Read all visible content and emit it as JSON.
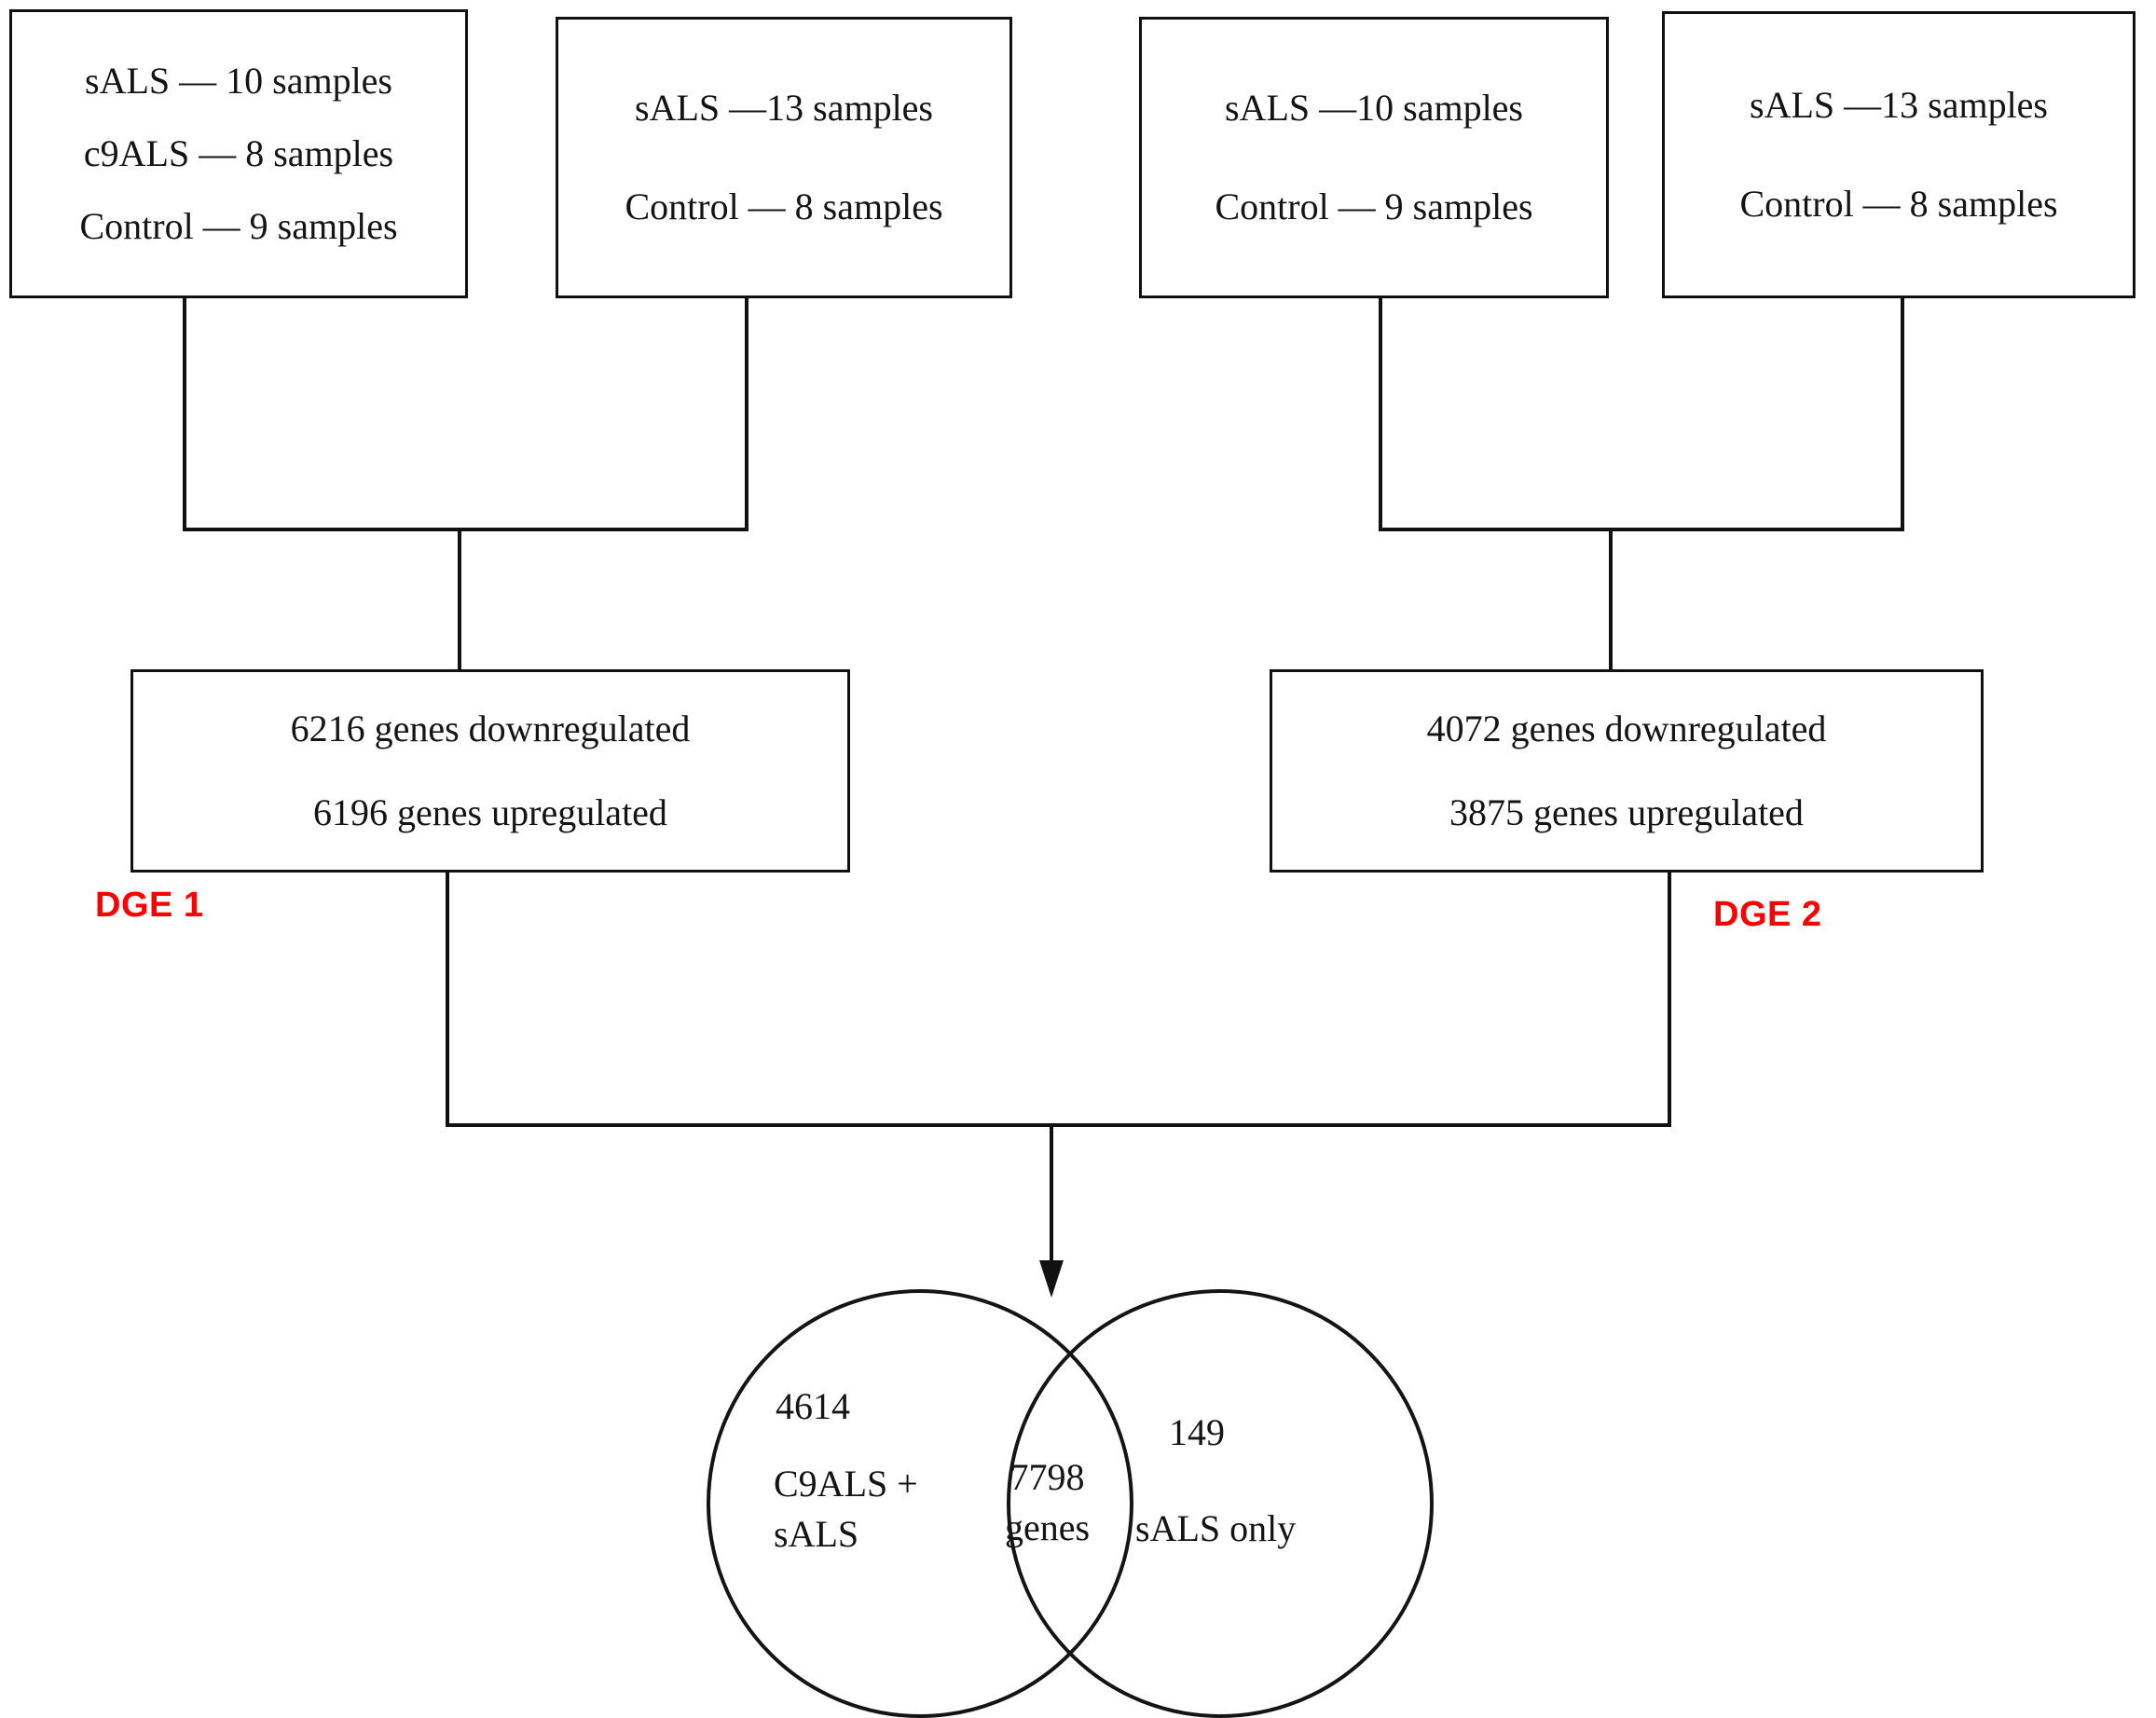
{
  "diagram": {
    "title": "DGE analysis flowchart",
    "cohorts": [
      {
        "id": "cohort-1",
        "lines": [
          "sALS — 10 samples",
          "c9ALS — 8 samples",
          "Control — 9 samples"
        ]
      },
      {
        "id": "cohort-2",
        "lines": [
          "sALS —13 samples",
          "Control — 8 samples"
        ]
      },
      {
        "id": "cohort-3",
        "lines": [
          "sALS —10 samples",
          "Control — 9 samples"
        ]
      },
      {
        "id": "cohort-4",
        "lines": [
          "sALS —13 samples",
          "Control — 8 samples"
        ]
      }
    ],
    "dge_results": [
      {
        "id": "dge-1",
        "stage_label": "DGE 1",
        "downregulated": "6216 genes downregulated",
        "upregulated": "6196 genes upregulated"
      },
      {
        "id": "dge-2",
        "stage_label": "DGE 2",
        "downregulated": "4072 genes downregulated",
        "upregulated": "3875 genes upregulated"
      }
    ],
    "venn": {
      "left_count": "4614",
      "left_label_line1": "C9ALS +",
      "left_label_line2": "sALS",
      "center_line1": "7798",
      "center_line2": "genes",
      "right_count": "149",
      "right_label": "sALS only"
    },
    "colors": {
      "stroke": "#111111",
      "text": "#141414",
      "stage_label": "#fe0000",
      "background": "#ffffff"
    }
  }
}
